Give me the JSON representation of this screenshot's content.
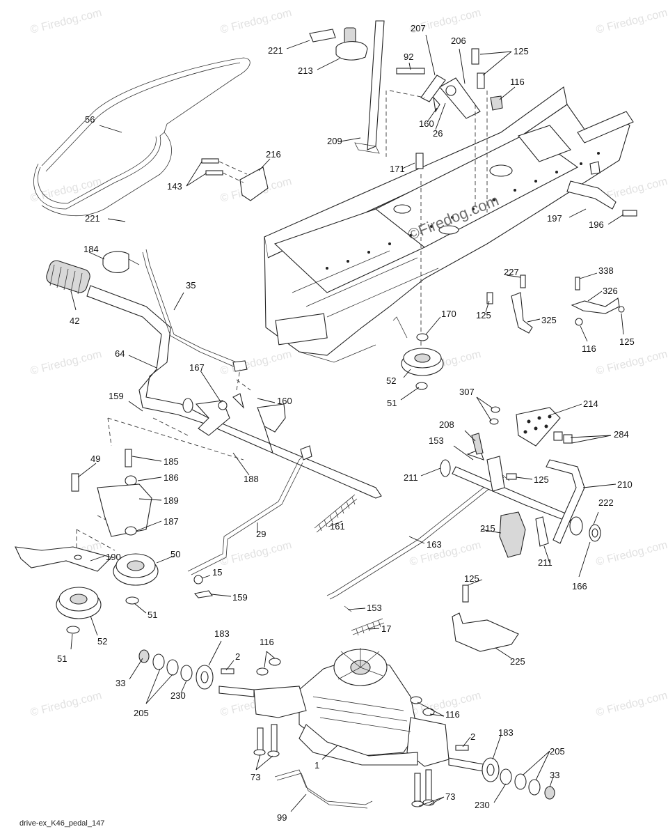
{
  "watermark": "© Firedog.com",
  "center_watermark": "©Firedog.com",
  "footer_code": "drive-ex_K46_pedal_147",
  "callouts": [
    "221",
    "213",
    "207",
    "206",
    "125",
    "92",
    "116",
    "56",
    "160",
    "26",
    "209",
    "171",
    "143",
    "216",
    "221",
    "197",
    "196",
    "184",
    "42",
    "35",
    "227",
    "338",
    "326",
    "125",
    "325",
    "116",
    "125",
    "64",
    "167",
    "170",
    "52",
    "51",
    "159",
    "160",
    "307",
    "214",
    "284",
    "49",
    "185",
    "186",
    "189",
    "188",
    "153",
    "208",
    "211",
    "125",
    "210",
    "222",
    "187",
    "161",
    "190",
    "50",
    "215",
    "163",
    "29",
    "211",
    "166",
    "15",
    "159",
    "125",
    "51",
    "52",
    "51",
    "153",
    "17",
    "225",
    "183",
    "116",
    "2",
    "33",
    "205",
    "230",
    "116",
    "2",
    "183",
    "205",
    "33",
    "1",
    "73",
    "99",
    "73",
    "230"
  ]
}
